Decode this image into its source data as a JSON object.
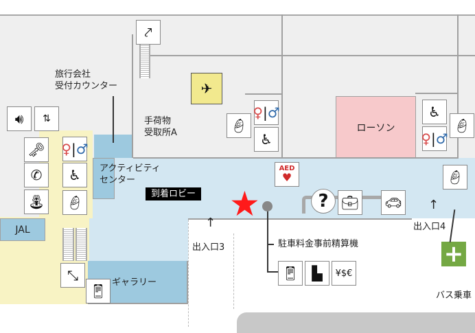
{
  "labels": {
    "travel_counter_line1": "旅行会社",
    "travel_counter_line2": "受付カウンター",
    "baggage_claim_line1": "手荷物",
    "baggage_claim_line2": "受取所A",
    "lawson": "ローソン",
    "activity_center_line1": "アクティビティ",
    "activity_center_line2": "センター",
    "arrival_lobby": "到着ロビー",
    "jal": "JAL",
    "entrance3": "出入口3",
    "entrance4": "出入口4",
    "gallery": "ギャラリー",
    "parking_prepay": "駐車料金事前精算機",
    "bus_stop": "バス乗車",
    "aed": "AED"
  },
  "colors": {
    "floor": "#efefef",
    "lobby": "#d3e7f2",
    "counter": "#9dc9df",
    "corridor": "#f8f3c4",
    "lawson": "#f7c9cb",
    "arrival_sign": "#f2e98e",
    "current_location": "#ff1a1a",
    "first_aid": "#74a843"
  },
  "icons": [
    "escalator-icon",
    "arrival-icon",
    "speaker-icon",
    "elevator-icon",
    "locker-icon",
    "phone-icon",
    "water-fountain-icon",
    "restroom-icon",
    "accessible-restroom-icon",
    "baby-care-icon",
    "charging-icon",
    "aed-icon",
    "information-icon",
    "baggage-delivery-icon",
    "rental-car-icon",
    "smartphone-payment-icon",
    "ticket-machine-icon",
    "currency-exchange-icon",
    "first-aid-icon",
    "current-location-star-icon"
  ]
}
